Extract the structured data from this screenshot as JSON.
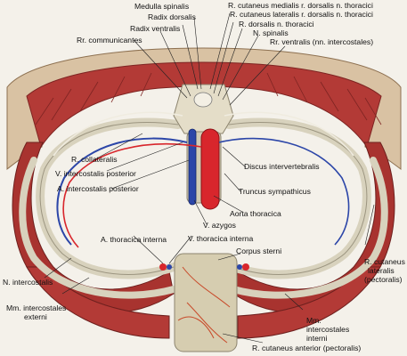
{
  "labels": {
    "medulla_spinalis": "Medulla spinalis",
    "radix_dorsalis": "Radix dorsalis",
    "radix_ventralis": "Radix ventralis",
    "rr_communicantes": "Rr. communicantes",
    "r_cutaneus_medialis": "R. cutaneus medialis r. dorsalis n. thoracici",
    "r_cutaneus_lateralis_dorsalis": "R. cutaneus lateralis r. dorsalis n. thoracici",
    "r_dorsalis": "R. dorsalis n. thoracici",
    "n_spinalis": "N. spinalis",
    "rr_ventrales": "Rr. ventralis (nn. intercostales)",
    "r_collateralis": "R. collateralis",
    "v_intercostalis_posterior": "V. intercostalis posterior",
    "a_intercostalis_posterior": "A. intercostalis posterior",
    "discus_intervertebralis": "Discus intervertebralis",
    "truncus_sympathicus": "Truncus sympathicus",
    "aorta_thoracica": "Aorta thoracica",
    "v_azygos": "V. azygos",
    "a_thoracica_interna": "A. thoracica interna",
    "v_thoracica_interna": "V. thoracica interna",
    "corpus_sterni": "Corpus sterni",
    "r_cutaneus_lateralis_1": "R. cutaneus",
    "r_cutaneus_lateralis_2": "lateralis",
    "r_cutaneus_lateralis_3": "(pectoralis)",
    "n_intercostalis": "N. intercostalis",
    "mm_intercostales_externi_1": "Mm. intercostales",
    "mm_intercostales_externi_2": "externi",
    "mm_intercostales_interni_1": "Mm.",
    "mm_intercostales_interni_2": "intercostales",
    "mm_intercostales_interni_3": "interni",
    "r_cutaneus_anterior": "R. cutaneus anterior (pectoralis)"
  },
  "colors": {
    "muscle": "#b33a36",
    "muscle_dark": "#7e2422",
    "skin": "#d9c2a3",
    "bone": "#d8d2bd",
    "bone_dark": "#9c9580",
    "artery": "#d8262c",
    "vein": "#2c46a8",
    "nerve": "#f0ece0",
    "background": "#f4f1ea"
  }
}
